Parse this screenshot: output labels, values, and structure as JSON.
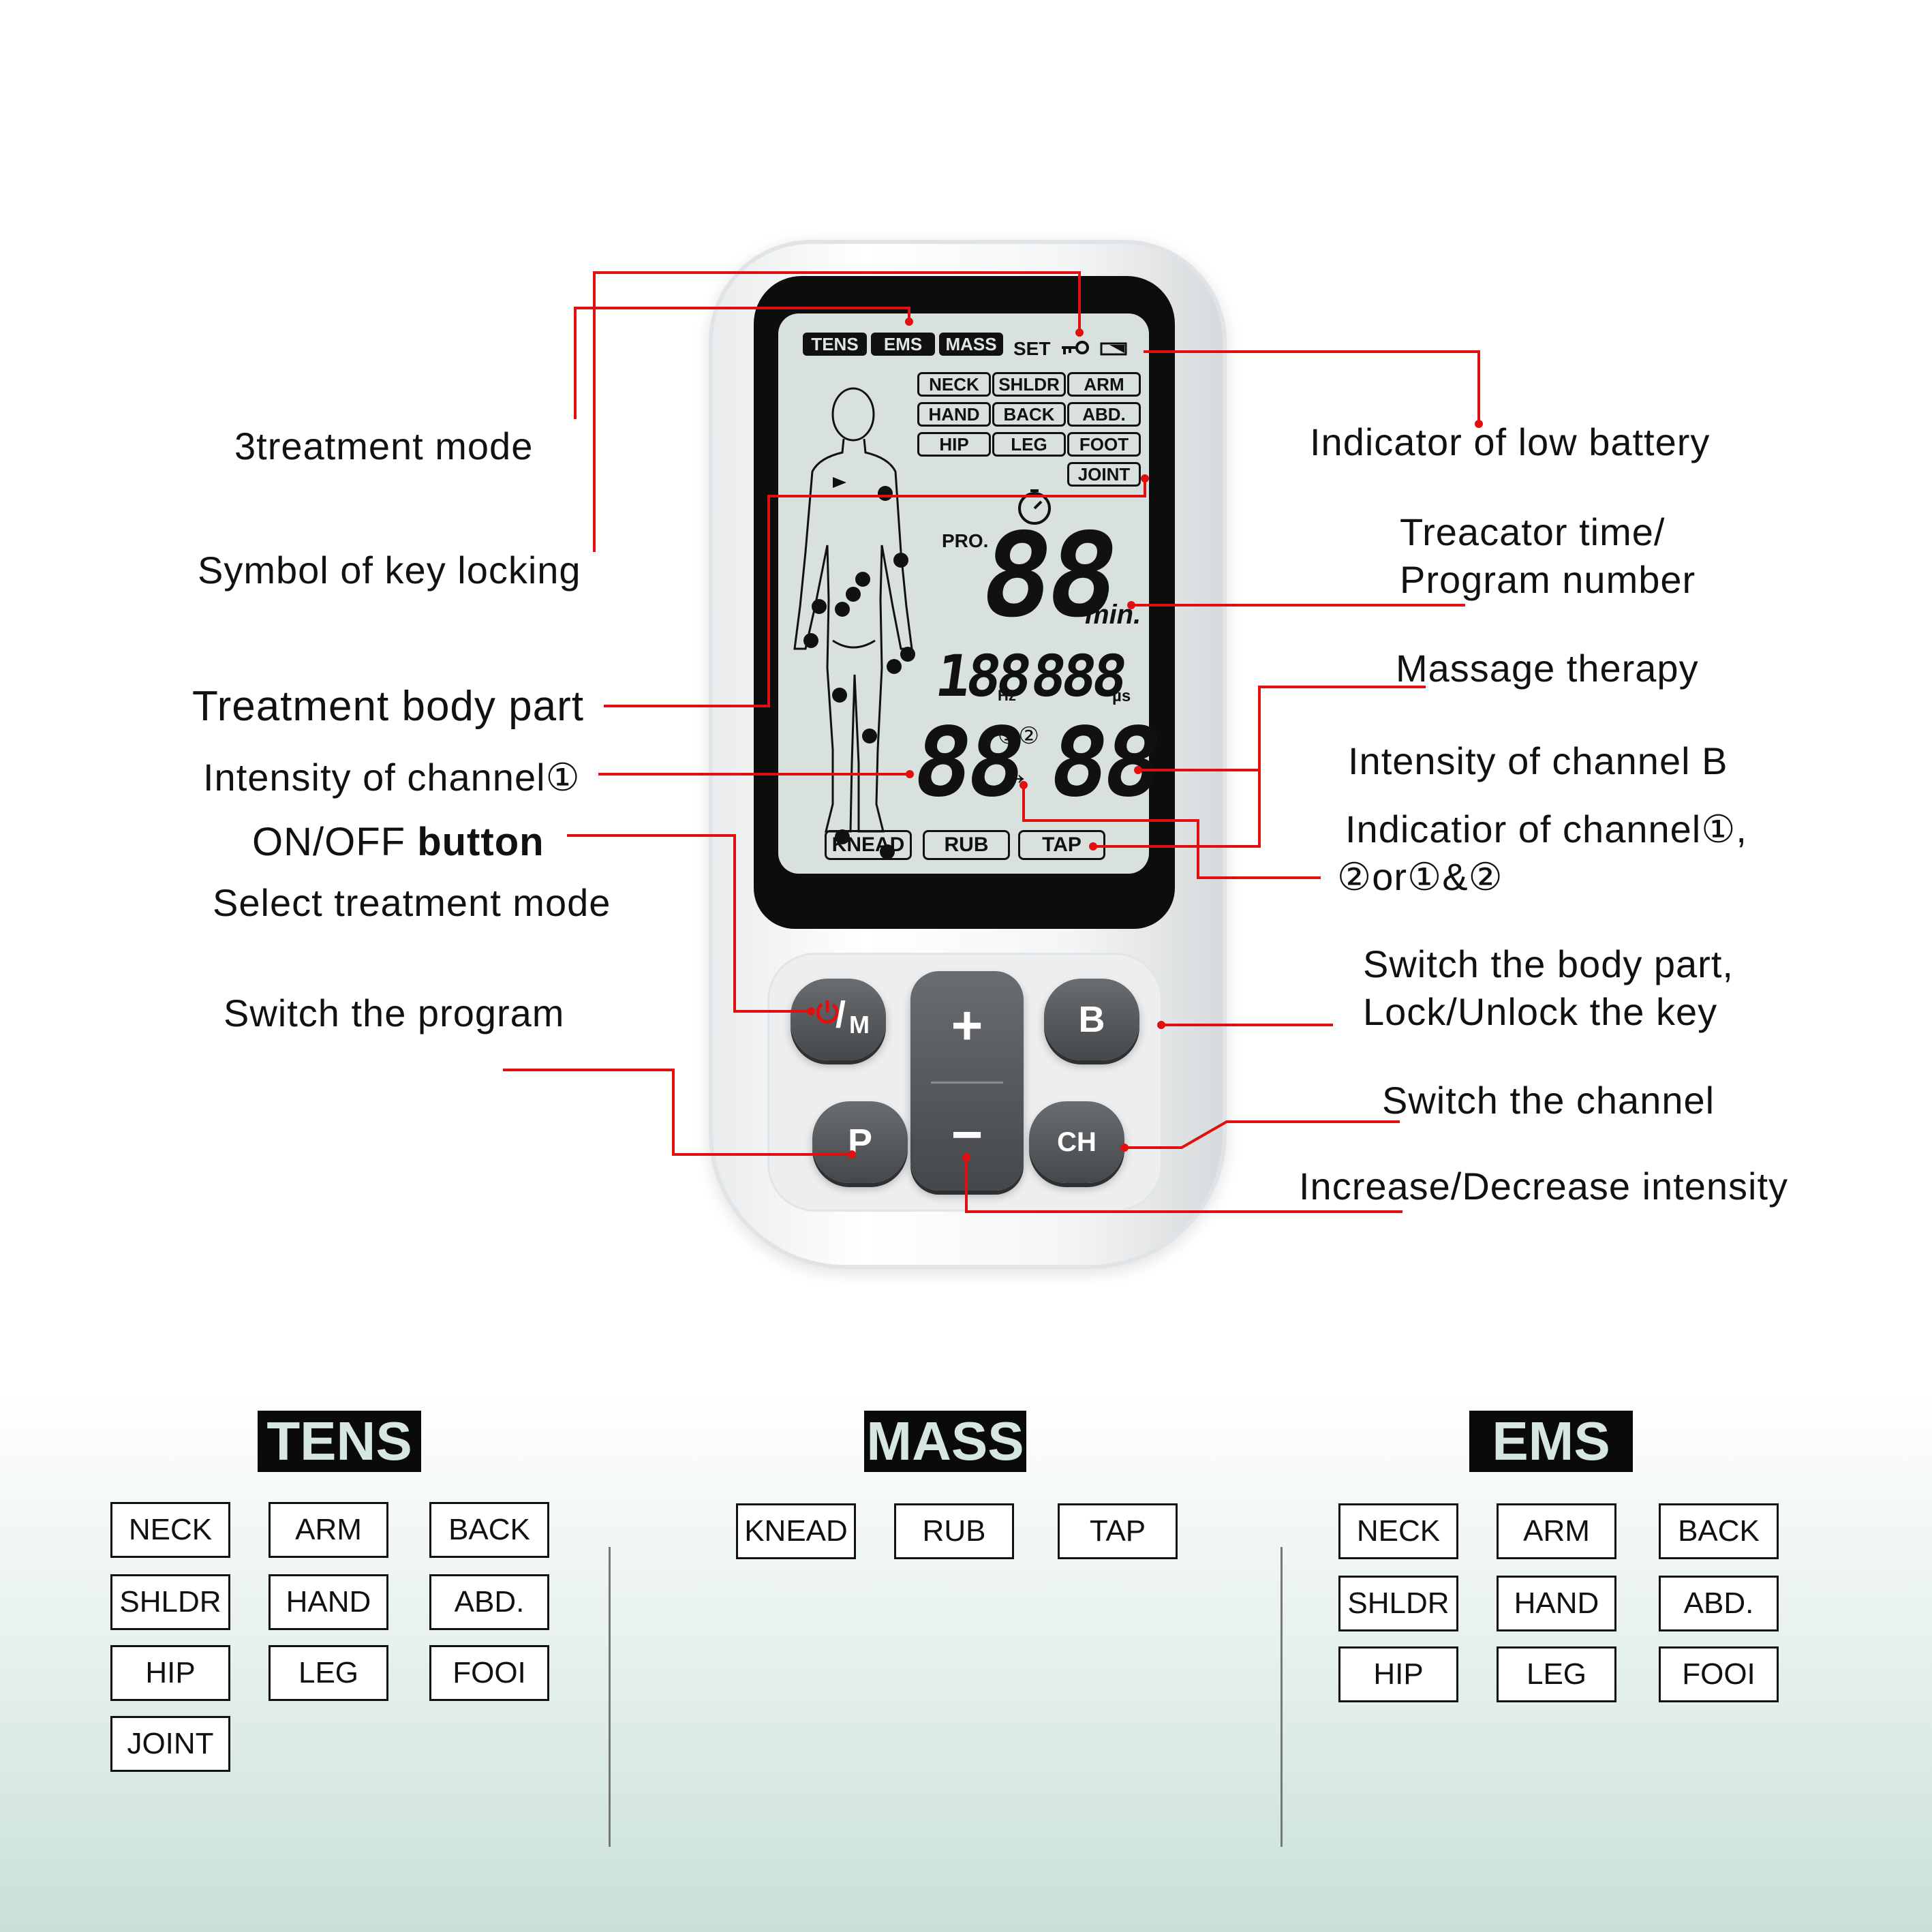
{
  "annotations": {
    "treatment_mode": "3treatment mode",
    "key_lock_symbol": "Symbol of key locking",
    "body_part": "Treatment body part",
    "intensity_ch1": "Intensity of channel①",
    "onoff_prefix": "ON/OFF ",
    "onoff_bold": "button",
    "select_mode": "Select treatment mode",
    "switch_program": "Switch the program",
    "low_battery": "Indicator of low battery",
    "time_line1": "Treacator time/",
    "time_line2": "Program number",
    "massage_therapy": "Massage therapy",
    "intensity_chb": "Intensity of channel B",
    "ch_indicator_line1": "Indicatior of channel①,",
    "ch_indicator_line2": "②or①&②",
    "switch_body_line1": "Switch the body part,",
    "switch_body_line2": "Lock/Unlock the key",
    "switch_channel": "Switch the channel",
    "inc_dec": "Increase/Decrease intensity"
  },
  "lcd": {
    "modes": [
      "TENS",
      "EMS",
      "MASS"
    ],
    "set_label": "SET",
    "key_icon": "key-icon",
    "battery_icon": "battery-icon",
    "body_parts": [
      "NECK",
      "SHLDR",
      "ARM",
      "HAND",
      "BACK",
      "ABD.",
      "HIP",
      "LEG",
      "FOOT",
      "JOINT"
    ],
    "pro_label": "PRO.",
    "timer_value": "88",
    "timer_unit": "min.",
    "freq_value": "188",
    "freq_unit": "Hz",
    "width_value": "888",
    "width_unit": "µs",
    "ch1_value": "88",
    "ch2_value": "88",
    "ch_symbols": "①②",
    "arrow": "↔",
    "massage_modes": [
      "KNEAD",
      "RUB",
      "TAP"
    ],
    "clock_icon": "clock-icon",
    "body_icon": "human-body-icon"
  },
  "buttons": {
    "power_mode": "M",
    "power_icon": "power-icon",
    "plus": "+",
    "minus": "−",
    "b": "B",
    "p": "P",
    "ch": "CH"
  },
  "legend": {
    "tens": {
      "title": "TENS",
      "items": [
        "NECK",
        "ARM",
        "BACK",
        "SHLDR",
        "HAND",
        "ABD.",
        "HIP",
        "LEG",
        "FOOI",
        "JOINT"
      ]
    },
    "mass": {
      "title": "MASS",
      "items": [
        "KNEAD",
        "RUB",
        "TAP"
      ]
    },
    "ems": {
      "title": "EMS",
      "items": [
        "NECK",
        "ARM",
        "BACK",
        "SHLDR",
        "HAND",
        "ABD.",
        "HIP",
        "LEG",
        "FOOI"
      ]
    }
  },
  "colors": {
    "leader": "#e01010",
    "lcd": "#d9e1df",
    "button": "#55585b"
  }
}
